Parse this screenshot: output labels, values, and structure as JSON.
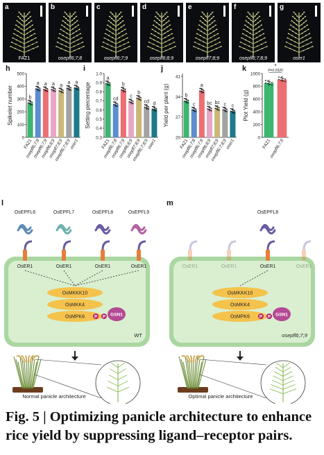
{
  "photos": [
    {
      "letter": "a",
      "genotype": "FAZ1"
    },
    {
      "letter": "b",
      "genotype": "osepfl6;7;8"
    },
    {
      "letter": "c",
      "genotype": "osepfl6;7;9"
    },
    {
      "letter": "d",
      "genotype": "osepfl6;8;9"
    },
    {
      "letter": "e",
      "genotype": "osepfl7;8;9"
    },
    {
      "letter": "f",
      "genotype": "osepfl6;7;8;9"
    },
    {
      "letter": "g",
      "genotype": "oser1"
    }
  ],
  "chart_data": [
    {
      "panel": "h",
      "type": "bar",
      "ylabel": "Spikelet number",
      "ylim": [
        0,
        500
      ],
      "yticks": [
        "0",
        "100",
        "200",
        "300",
        "400",
        "500"
      ],
      "categories": [
        "FAZ1",
        "osepfl6;7;8",
        "osepfl6;7;9",
        "osepfl6;8;9",
        "osepfl7;8;9",
        "osepfl6;7;8;9",
        "oser1"
      ],
      "values": [
        270,
        380,
        375,
        375,
        365,
        385,
        388
      ],
      "letters": [
        "b",
        "a",
        "a",
        "a",
        "a",
        "a",
        "a"
      ],
      "colors": [
        "#3bb56f",
        "#5b8ed0",
        "#ec6f73",
        "#e8a7c4",
        "#c9b87a",
        "#a2a2a2",
        "#1c7a8a"
      ]
    },
    {
      "panel": "i",
      "type": "bar",
      "ylabel": "Setting percentage",
      "ylim": [
        0.3,
        1.0
      ],
      "yticks": [
        "0.3",
        "0.4",
        "0.5",
        "0.6",
        "0.7",
        "0.8",
        "0.9",
        "1.0"
      ],
      "categories": [
        "FAZ1",
        "osepfl6;7;8",
        "osepfl6;7;9",
        "osepfl6;8;9",
        "osepfl7;8;9",
        "osepfl6;7;8;9",
        "oser1"
      ],
      "values": [
        0.89,
        0.66,
        0.82,
        0.69,
        0.73,
        0.63,
        0.61
      ],
      "letters": [
        "a",
        "cd",
        "b",
        "c",
        "b",
        "cd",
        "d"
      ],
      "colors": [
        "#3bb56f",
        "#5b8ed0",
        "#ec6f73",
        "#e8a7c4",
        "#c9b87a",
        "#a2a2a2",
        "#1c7a8a"
      ]
    },
    {
      "panel": "j",
      "type": "bar",
      "ylabel": "Yield per plant (g)",
      "ylim": [
        20,
        42
      ],
      "yticks": [
        "20",
        "27",
        "34",
        "41"
      ],
      "categories": [
        "FAZ1",
        "osepfl6;7;8",
        "osepfl6;7;9",
        "osepfl6;8;9",
        "osepfl7;8;9",
        "osepfl6;7;8;9",
        "oser1"
      ],
      "values": [
        32.5,
        29.5,
        36.0,
        29.8,
        30.0,
        29.5,
        29.0
      ],
      "letters": [
        "b",
        "c",
        "a",
        "bc",
        "bc",
        "c",
        "c"
      ],
      "colors": [
        "#3bb56f",
        "#5b8ed0",
        "#ec6f73",
        "#e8a7c4",
        "#c9b87a",
        "#a2a2a2",
        "#1c7a8a"
      ]
    },
    {
      "panel": "k",
      "type": "bar",
      "ylabel": "Plot Yield (g)",
      "ylim": [
        0,
        1000
      ],
      "yticks": [
        "0",
        "200",
        "400",
        "600",
        "800",
        "1000"
      ],
      "categories": [
        "FAZ1",
        "osepfl6;7;9"
      ],
      "values": [
        850,
        905
      ],
      "significance": "*",
      "pvalue": "P=0.0320",
      "colors": [
        "#3bb56f",
        "#ec6f73"
      ]
    }
  ],
  "diagram_l": {
    "letter": "l",
    "ligands": [
      "OsEPFL6",
      "OsEPFL7",
      "OsEPFL8",
      "OsEPFL9"
    ],
    "receptor": "OsER1",
    "kinases": [
      "OsMKKK10",
      "OsMKK4",
      "OsMPK6"
    ],
    "phospho": "P",
    "partner": "GSN1",
    "genotype": "WT",
    "caption": "Normal panicle architecture"
  },
  "diagram_m": {
    "letter": "m",
    "ligands": [
      "OsEPFL8"
    ],
    "receptor": "OsER1",
    "kinases": [
      "OsMKKK10",
      "OsMKK4",
      "OsMPK6"
    ],
    "phospho": "P",
    "partner": "GSN1",
    "genotype": "osepfl6;7;9",
    "caption": "Optimal panicle architecture"
  },
  "figure_caption": "Fig. 5 | Optimizing panicle architecture to enhance rice yield by suppressing ligand–receptor pairs.",
  "colors": {
    "cell": "#d9efd0",
    "membrane": "#aad7a0",
    "kinase": "#f5c24c",
    "gsn1": "#b44a94",
    "arrow": "#333333"
  }
}
